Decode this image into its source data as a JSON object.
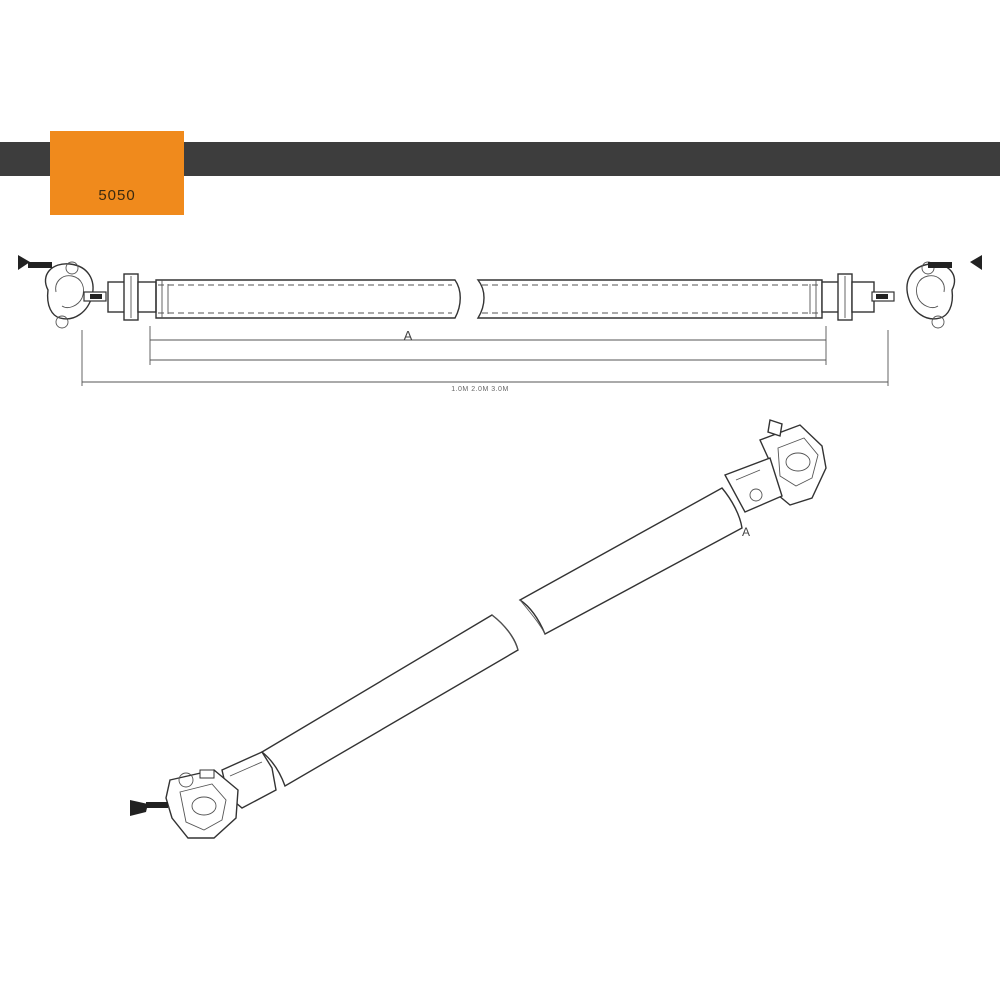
{
  "product": {
    "code": "5050",
    "accent_color": "#f08a1c",
    "bar_color": "#3d3d3d"
  },
  "dimensions": {
    "inner_marker": "A",
    "overall_length_label": "1.0M 2.0M 3.0M",
    "iso_marker": "A"
  }
}
